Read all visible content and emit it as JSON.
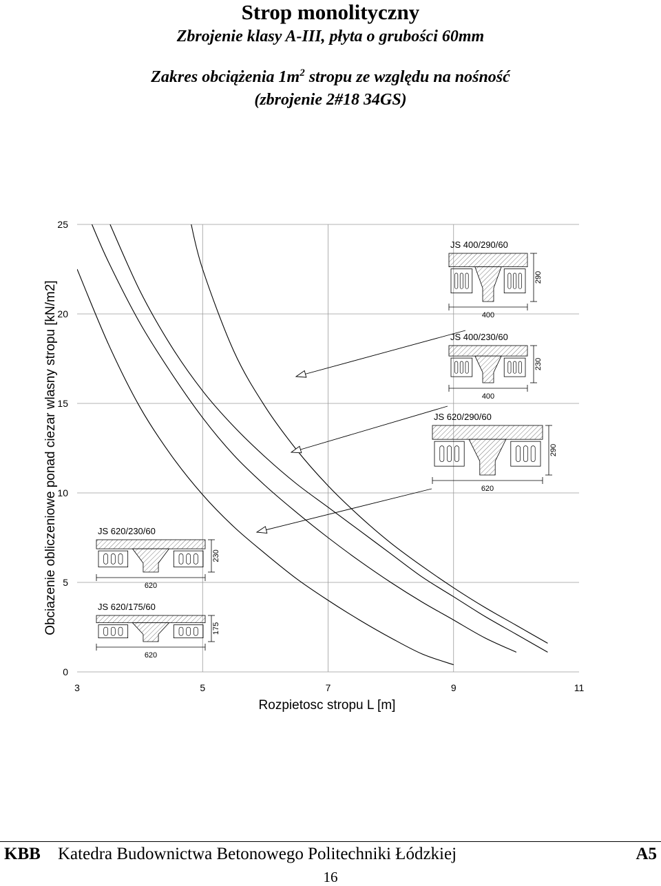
{
  "header": {
    "title": "Strop monolityczny",
    "subtitle": "Zbrojenie klasy A-III, płyta o grubości 60mm",
    "line3_pre": "Zakres obciążenia 1m",
    "line3_sup": "2",
    "line3_post": " stropu ze względu na nośność",
    "line4": "(zbrojenie 2#18 34GS)"
  },
  "chart_data": {
    "type": "line",
    "xlabel": "Rozpietosc stropu L [m]",
    "ylabel": "Obciazenie obliczeniowe ponad ciezar wlasny stropu [kN/m2]",
    "xlim": [
      3,
      11
    ],
    "ylim": [
      0,
      25
    ],
    "xticks": [
      3,
      5,
      7,
      9,
      11
    ],
    "yticks": [
      0,
      5,
      10,
      15,
      20,
      25
    ],
    "grid": true,
    "series": [
      {
        "x": [
          4.8,
          5,
          5.5,
          6,
          6.5,
          7,
          7.5,
          8,
          8.5,
          9,
          9.5,
          10,
          10.5
        ],
        "y": [
          25.3,
          22.5,
          17.9,
          14.8,
          12.4,
          10.4,
          8.7,
          7.2,
          5.9,
          4.7,
          3.6,
          2.6,
          1.6
        ]
      },
      {
        "x": [
          3.5,
          4,
          4.5,
          5,
          5.5,
          6,
          6.5,
          7,
          7.5,
          8,
          8.5,
          9,
          9.5,
          10,
          10.5
        ],
        "y": [
          25.2,
          21.3,
          18.2,
          15.7,
          13.7,
          12,
          10.5,
          9.2,
          7.9,
          6.6,
          5.3,
          4.2,
          3.1,
          2.1,
          1.1
        ]
      },
      {
        "x": [
          3.2,
          3.5,
          4,
          4.5,
          5,
          5.5,
          6,
          6.5,
          7,
          7.5,
          8,
          8.5,
          9,
          9.5,
          10
        ],
        "y": [
          25.3,
          22.9,
          19.5,
          16.7,
          14.2,
          12.1,
          10.4,
          8.9,
          7.5,
          6.2,
          5,
          3.9,
          2.9,
          1.9,
          1.1
        ]
      },
      {
        "x": [
          3,
          3.5,
          4,
          4.5,
          5,
          5.5,
          6,
          6.5,
          7,
          7.5,
          8,
          8.5,
          9
        ],
        "y": [
          22.5,
          18.3,
          14.8,
          12.1,
          9.9,
          8.1,
          6.6,
          5.2,
          4,
          2.9,
          1.9,
          1,
          0.4
        ]
      }
    ],
    "sections": [
      {
        "label": "JS 400/290/60",
        "width": "400",
        "height": "290"
      },
      {
        "label": "JS 400/230/60",
        "width": "400",
        "height": "230"
      },
      {
        "label": "JS 620/290/60",
        "width": "620",
        "height": "290"
      },
      {
        "label": "JS 620/230/60",
        "width": "620",
        "height": "230"
      },
      {
        "label": "JS 620/175/60",
        "width": "620",
        "height": "175"
      }
    ]
  },
  "footer": {
    "left": "KBB",
    "center": "Katedra Budownictwa Betonowego Politechniki Łódzkiej",
    "right": "A5",
    "page": "16"
  }
}
